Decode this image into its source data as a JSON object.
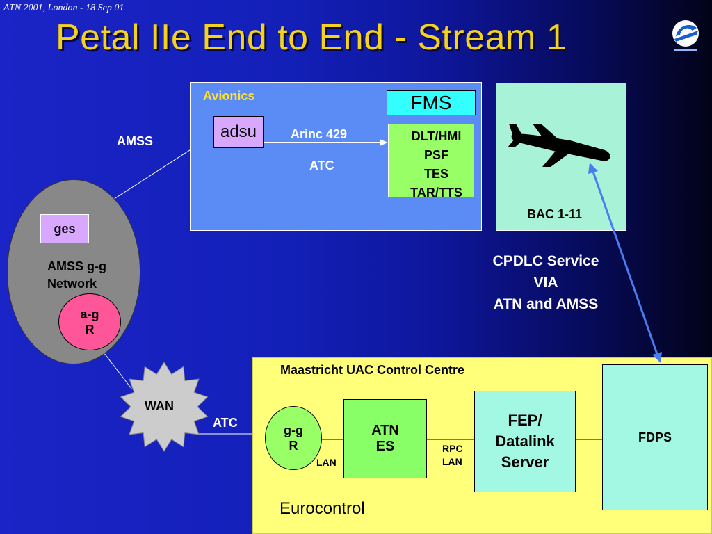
{
  "slide": {
    "footer_note": "ATN 2001, London - 18 Sep 01",
    "title": "Petal IIe End to End - Stream 1",
    "logo_icon": "eurocontrol-logo-icon"
  },
  "avionics": {
    "label": "Avionics",
    "adsu": "adsu",
    "fms": "FMS",
    "link_label": "Arinc 429",
    "atc_label": "ATC",
    "fms_functions": [
      "DLT/HMI",
      "PSF",
      "TES",
      "TAR/TTS"
    ]
  },
  "aircraft": {
    "icon": "airplane-icon",
    "name": "BAC 1-11"
  },
  "amss": {
    "label": "AMSS",
    "ges": "ges",
    "network_line1": "AMSS g-g",
    "network_line2": "Network",
    "ag_line1": "a-g",
    "ag_line2": "R"
  },
  "service_note": {
    "line1": "CPDLC Service",
    "line2": "VIA",
    "line3": "ATN and AMSS"
  },
  "wan": {
    "label": "WAN",
    "atc_label": "ATC"
  },
  "centre": {
    "title": "Maastricht UAC Control Centre",
    "org": "Eurocontrol",
    "gg_line1": "g-g",
    "gg_line2": "R",
    "lan_label": "LAN",
    "atn_line1": "ATN",
    "atn_line2": "ES",
    "rpc_line1": "RPC",
    "rpc_line2": "LAN",
    "fep_line1": "FEP/",
    "fep_line2": "Datalink",
    "fep_line3": "Server",
    "fdps": "FDPS"
  },
  "colors": {
    "title": "#f5d31c",
    "avionics_panel": "#5b8cf5",
    "aircraft_panel": "#a8f2d8",
    "centre_panel": "#ffff7a",
    "link_arrow": "#4a7cf0"
  }
}
